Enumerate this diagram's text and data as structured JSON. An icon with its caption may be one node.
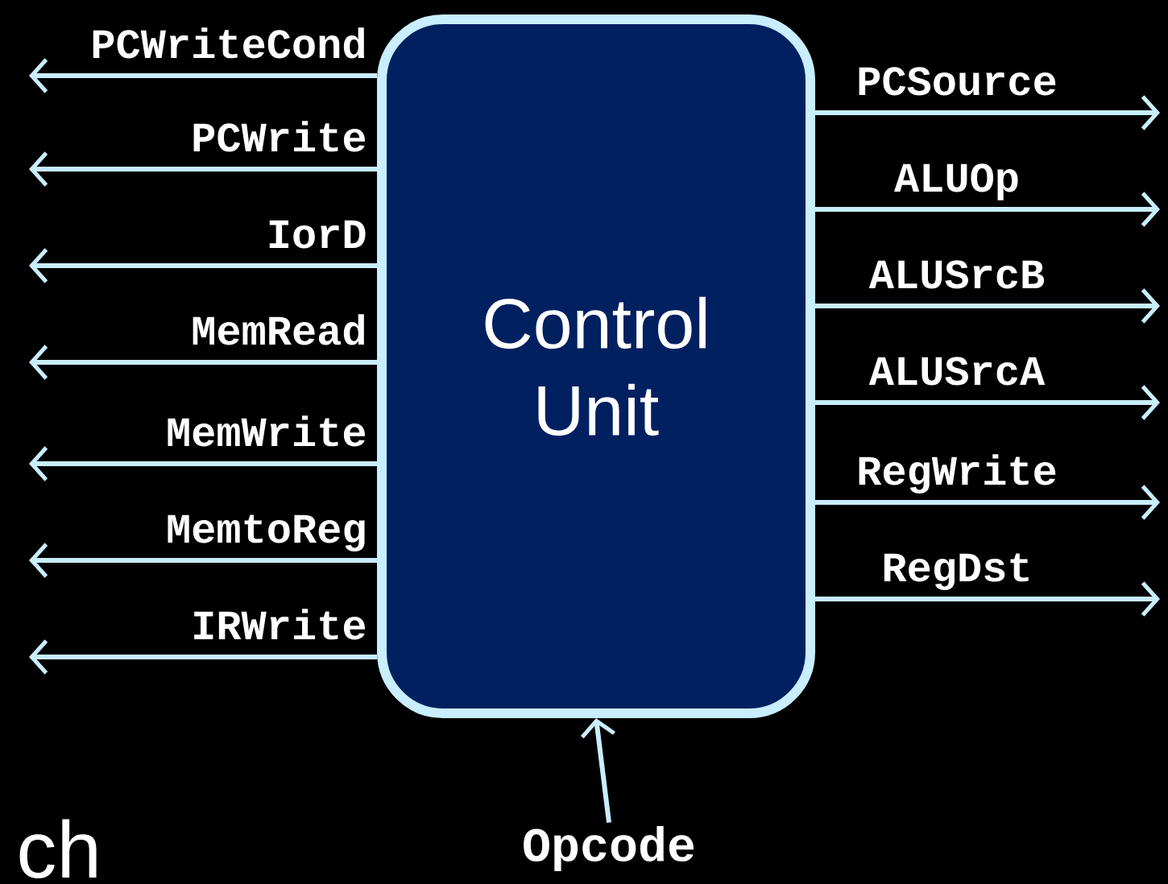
{
  "diagram": {
    "nodes": [
      {
        "text": [
          "Control Unit"
        ]
      },
      {
        "text": [
          "Opcode"
        ]
      }
    ],
    "edges": [
      {
        "from": 0,
        "to": null,
        "arrow": "to",
        "label": "PCWriteCond"
      },
      {
        "from": 0,
        "to": null,
        "arrow": "to",
        "label": "PCWrite"
      },
      {
        "from": 0,
        "to": null,
        "arrow": "to",
        "label": "IorD"
      },
      {
        "from": 0,
        "to": null,
        "arrow": "to",
        "label": "MemRead"
      },
      {
        "from": 0,
        "to": null,
        "arrow": "to",
        "label": "MemWrite"
      },
      {
        "from": 0,
        "to": null,
        "arrow": "to",
        "label": "MemtoReg"
      },
      {
        "from": 0,
        "to": null,
        "arrow": "to",
        "label": "IRWrite"
      },
      {
        "from": 0,
        "to": null,
        "arrow": "to",
        "label": "PCSource"
      },
      {
        "from": 0,
        "to": null,
        "arrow": "to",
        "label": "ALUOp"
      },
      {
        "from": 0,
        "to": null,
        "arrow": "to",
        "label": "ALUSrcB"
      },
      {
        "from": 0,
        "to": null,
        "arrow": "to",
        "label": "ALUSrcA"
      },
      {
        "from": 0,
        "to": null,
        "arrow": "to",
        "label": "RegWrite"
      },
      {
        "from": 0,
        "to": null,
        "arrow": "to",
        "label": "RegDst"
      },
      {
        "from": 1,
        "to": 0,
        "arrow": "to"
      }
    ],
    "labels": [
      "ch"
    ]
  }
}
